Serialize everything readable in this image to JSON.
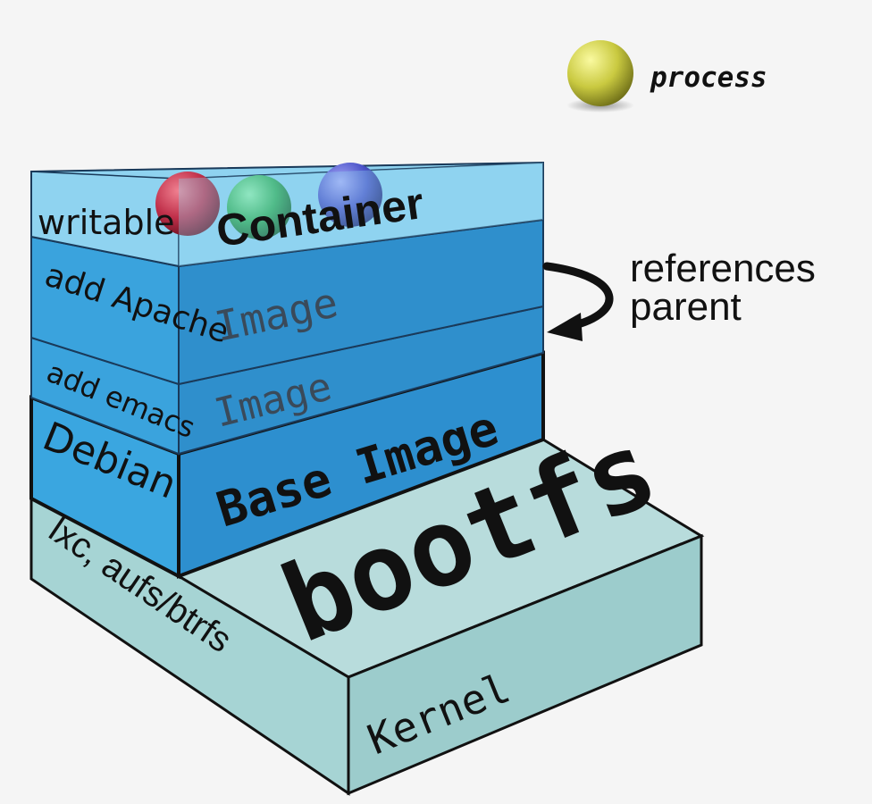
{
  "legend": {
    "process_label": "process",
    "ball_color": "#c9c940"
  },
  "container_layer": {
    "side_label": "writable",
    "front_label": "Container",
    "process_colors": [
      "#c0304a",
      "#2fae52",
      "#4a52c8"
    ]
  },
  "apache_layer": {
    "side_label": "add Apache",
    "front_label": "Image"
  },
  "emacs_layer": {
    "side_label": "add emacs",
    "front_label": "Image"
  },
  "debian_layer": {
    "side_label": "Debian",
    "front_label": "Base Image"
  },
  "kernel_layer": {
    "side_label": "lxc, aufs/btrfs",
    "front_label": "Kernel",
    "top_label": "bootfs"
  },
  "annotation": {
    "line1": "references",
    "line2": "parent"
  },
  "colors": {
    "container": "#8fd3f0",
    "image": "#2f8fcc",
    "image_side": "#3aa3dd",
    "kernel": "#9fd0d0",
    "kernel_top": "#b8dcdc",
    "background": "#f5f5f5"
  }
}
